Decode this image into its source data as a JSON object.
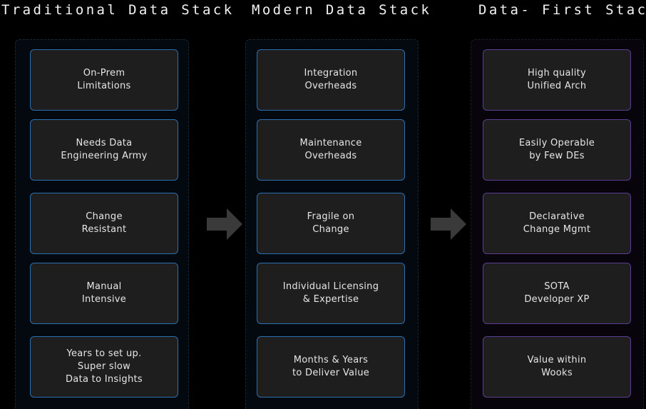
{
  "columns": [
    {
      "title": "Traditional Data Stack",
      "cards": [
        "On-Prem\nLimitations",
        "Needs Data\nEngineering Army",
        "Change\nResistant",
        "Manual\nIntensive",
        "Years to set up.\nSuper slow\nData to Insights"
      ]
    },
    {
      "title": "Modern Data Stack",
      "cards": [
        "Integration\nOverheads",
        "Maintenance\nOverheads",
        "Fragile on\nChange",
        "Individual Licensing\n& Expertise",
        "Months & Years\nto Deliver Value"
      ]
    },
    {
      "title": "Data- First Stack",
      "cards": [
        "High quality\nUnified Arch",
        "Easily Operable\nby Few DEs",
        "Declarative\nChange Mgmt",
        "SOTA\nDeveloper XP",
        "Value within\nWooks"
      ]
    }
  ],
  "colors": {
    "background": "#000000",
    "card_fill": "#1e1e1f",
    "blue_border": "#2c6fae",
    "purple_border": "#5b3e91",
    "arrow": "#3a3a3a"
  },
  "icons": {
    "arrow": "right-arrow-icon"
  }
}
